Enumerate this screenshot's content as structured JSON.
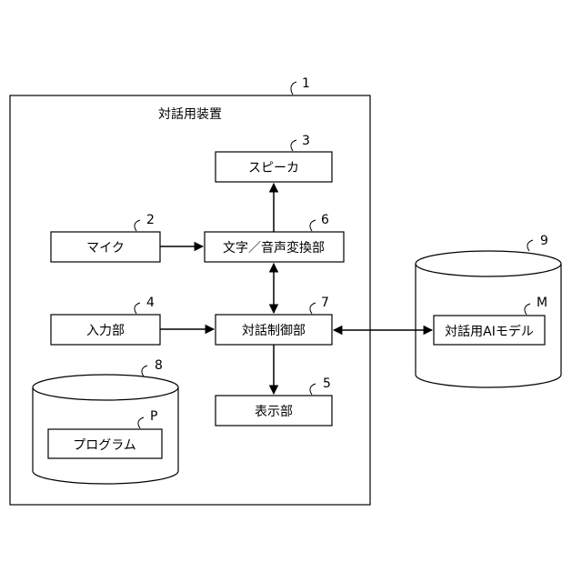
{
  "device": {
    "title": "対話用装置",
    "ref": "1"
  },
  "speaker": {
    "label": "スピーカ",
    "ref": "3"
  },
  "mic": {
    "label": "マイク",
    "ref": "2"
  },
  "converter": {
    "label": "文字／音声変換部",
    "ref": "6"
  },
  "input": {
    "label": "入力部",
    "ref": "4"
  },
  "controller": {
    "label": "対話制御部",
    "ref": "7"
  },
  "display": {
    "label": "表示部",
    "ref": "5"
  },
  "storage": {
    "ref": "8"
  },
  "program": {
    "label": "プログラム",
    "ref": "P"
  },
  "model_db": {
    "ref": "9"
  },
  "model": {
    "label": "対話用AIモデル",
    "ref": "M"
  }
}
